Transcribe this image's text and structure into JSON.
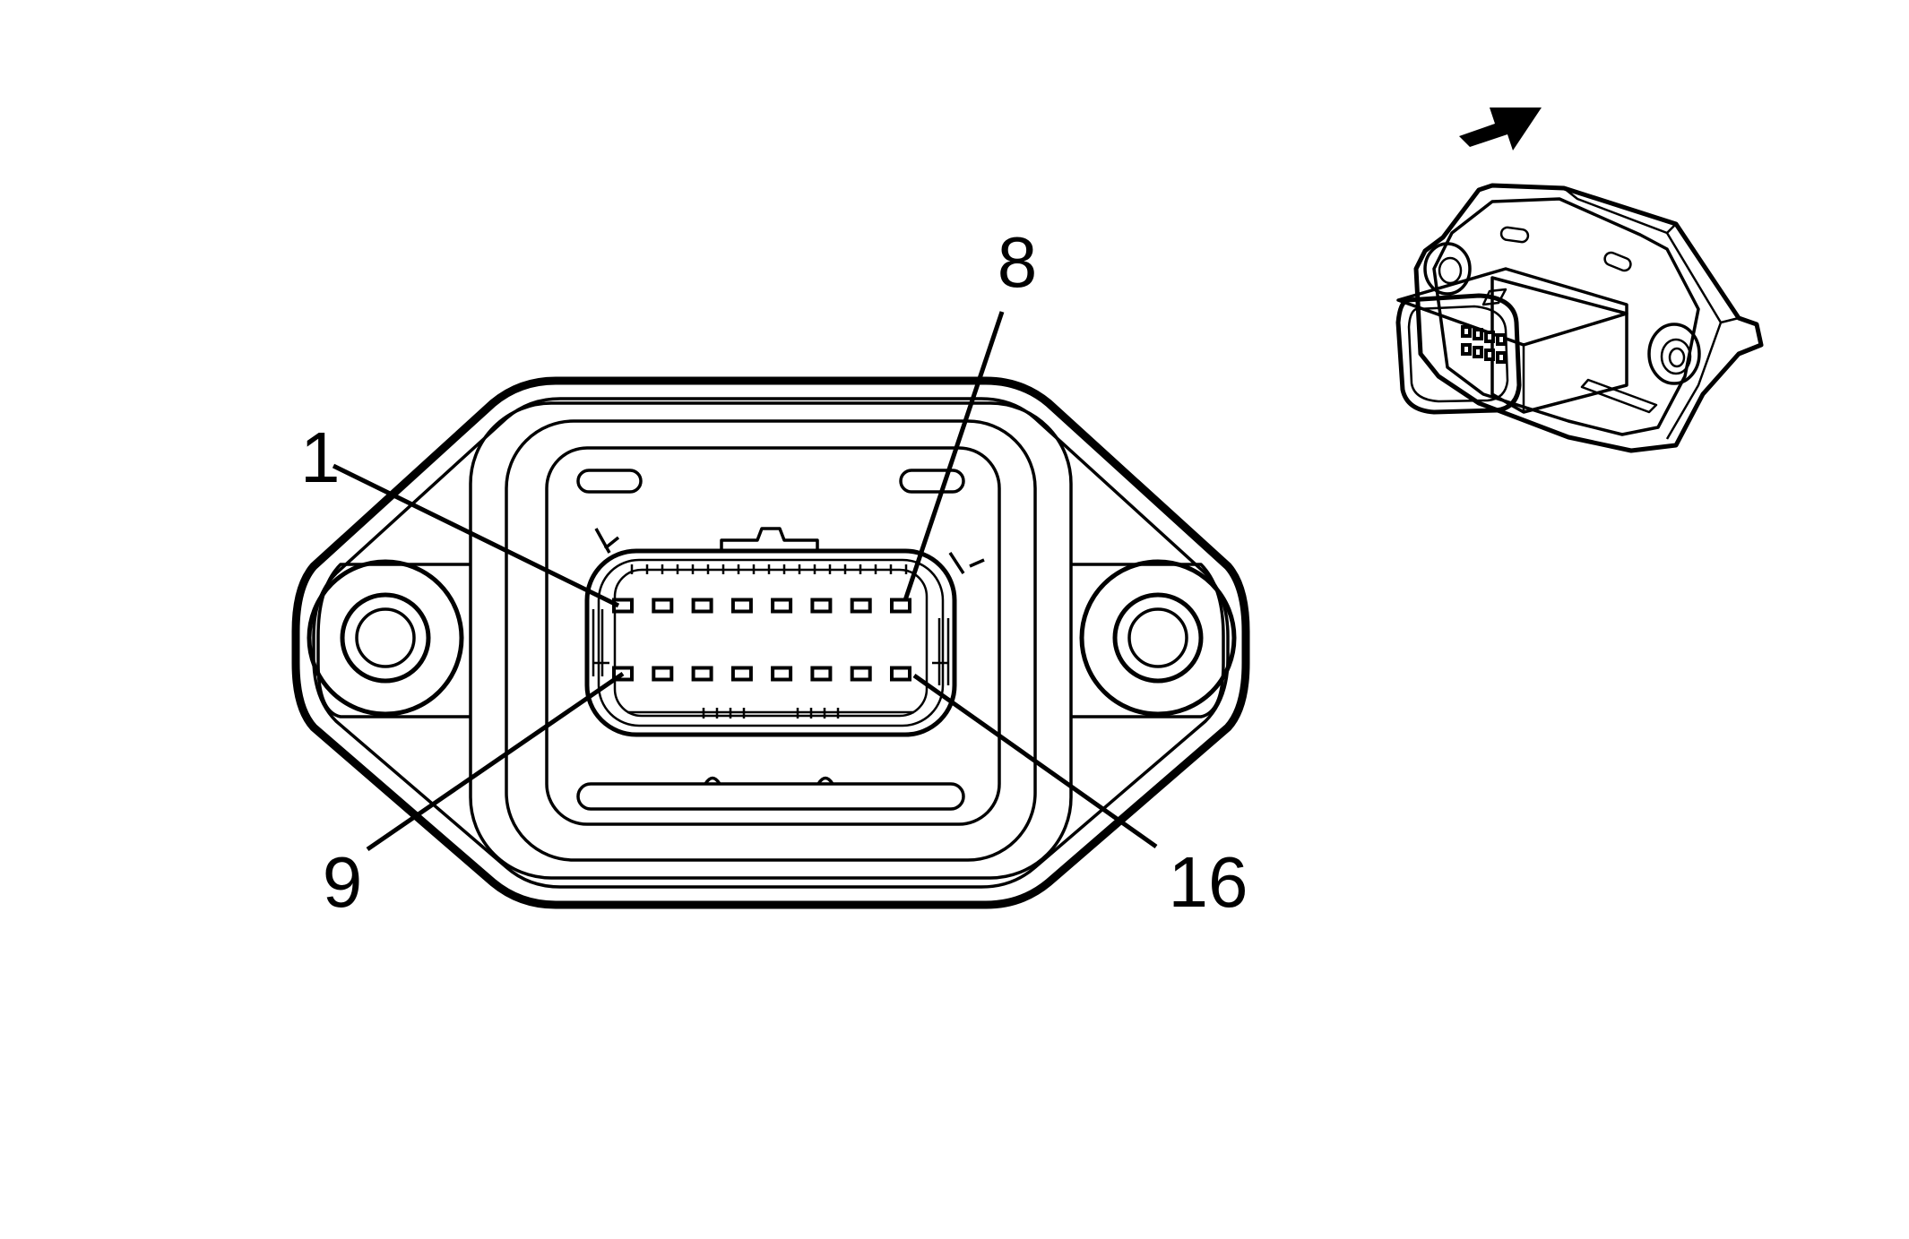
{
  "connector": {
    "pin_count": 16,
    "rows": 2,
    "pins_per_row": 8
  },
  "pin_labels": {
    "top_left": "1",
    "top_right": "8",
    "bottom_left": "9",
    "bottom_right": "16"
  },
  "locator_view": {
    "arrow_icon": "arrow-right-icon"
  }
}
